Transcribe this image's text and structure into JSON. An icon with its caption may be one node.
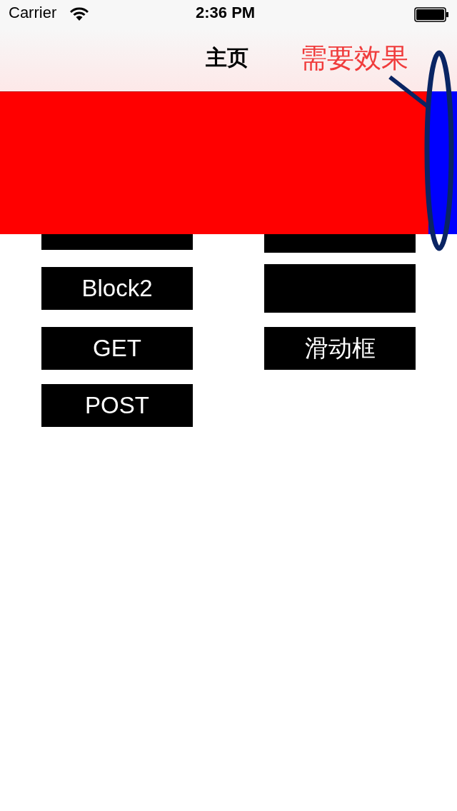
{
  "diagram": {
    "nodes": [
      {
        "text": [
          "需要效果"
        ]
      },
      {
        "text": [],
        "shape": "box"
      },
      {
        "text": [],
        "shape": "box"
      },
      {
        "text": [],
        "shape": "circle"
      },
      {
        "text": [],
        "shape": "box"
      },
      {
        "text": [],
        "shape": "box"
      },
      {
        "text": [
          "Block2"
        ]
      },
      {
        "text": [],
        "shape": "box"
      },
      {
        "text": [
          "GET"
        ]
      },
      {
        "text": [
          "滑动框"
        ]
      },
      {
        "text": [
          "POST"
        ]
      }
    ],
    "edges": [
      {
        "from": 0,
        "to": 3,
        "arrow": "none",
        "color": "#0a2463"
      }
    ],
    "labels": [
      "Carrier",
      "2:36 PM",
      "主页"
    ]
  }
}
